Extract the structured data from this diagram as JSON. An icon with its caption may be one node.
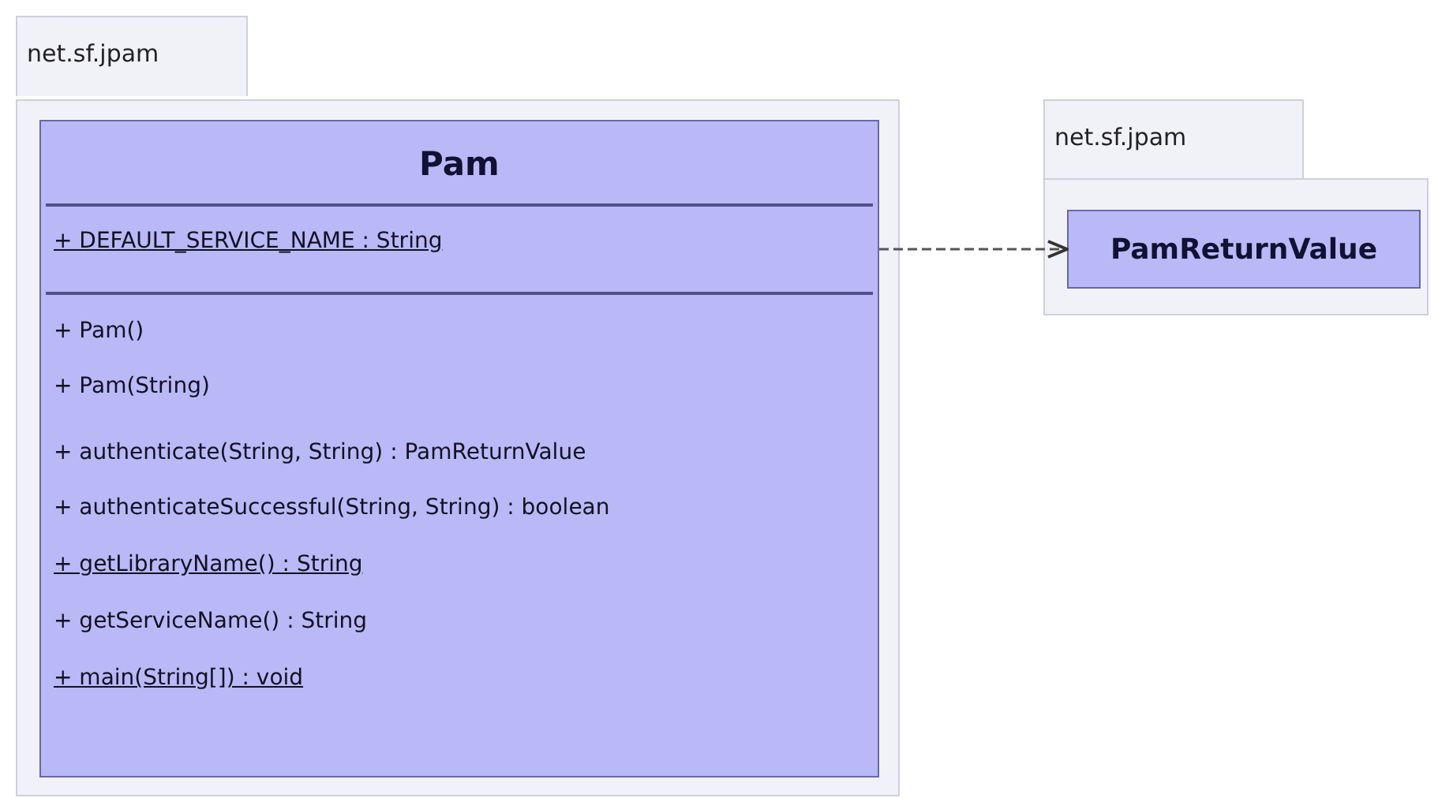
{
  "diagram": {
    "nodes": [
      {
        "text": [
          "net.sf.jpam"
        ]
      },
      {
        "text": [
          "Pam",
          "+ DEFAULT_SERVICE_NAME : String",
          "+ Pam()",
          "+ Pam(String)",
          "+ authenticate(String, String) : PamReturnValue",
          "+ authenticateSuccessful(String, String) : boolean",
          "+ getLibraryName() : String",
          "+ getServiceName() : String",
          "+ main(String[]) : void"
        ],
        "in": 0
      },
      {
        "text": [
          "net.sf.jpam"
        ]
      },
      {
        "text": [
          "PamReturnValue"
        ],
        "in": 2
      }
    ],
    "edges": [
      {
        "from": 1,
        "to": 3,
        "arrow": "to",
        "style": "dashed"
      }
    ]
  }
}
